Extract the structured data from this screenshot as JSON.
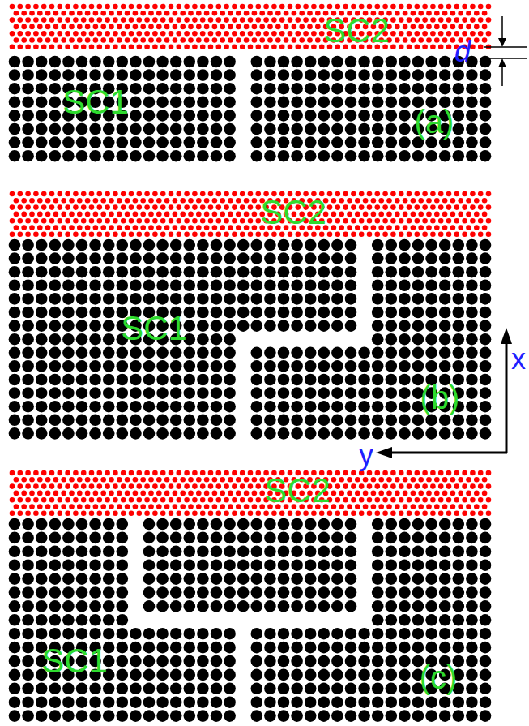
{
  "diagram": {
    "labels": [
      "SC2",
      "d",
      "SC1",
      "(a)",
      "SC2",
      "SC1",
      "x",
      "(b)",
      "y",
      "SC2",
      "SC1",
      "(c)"
    ]
  }
}
